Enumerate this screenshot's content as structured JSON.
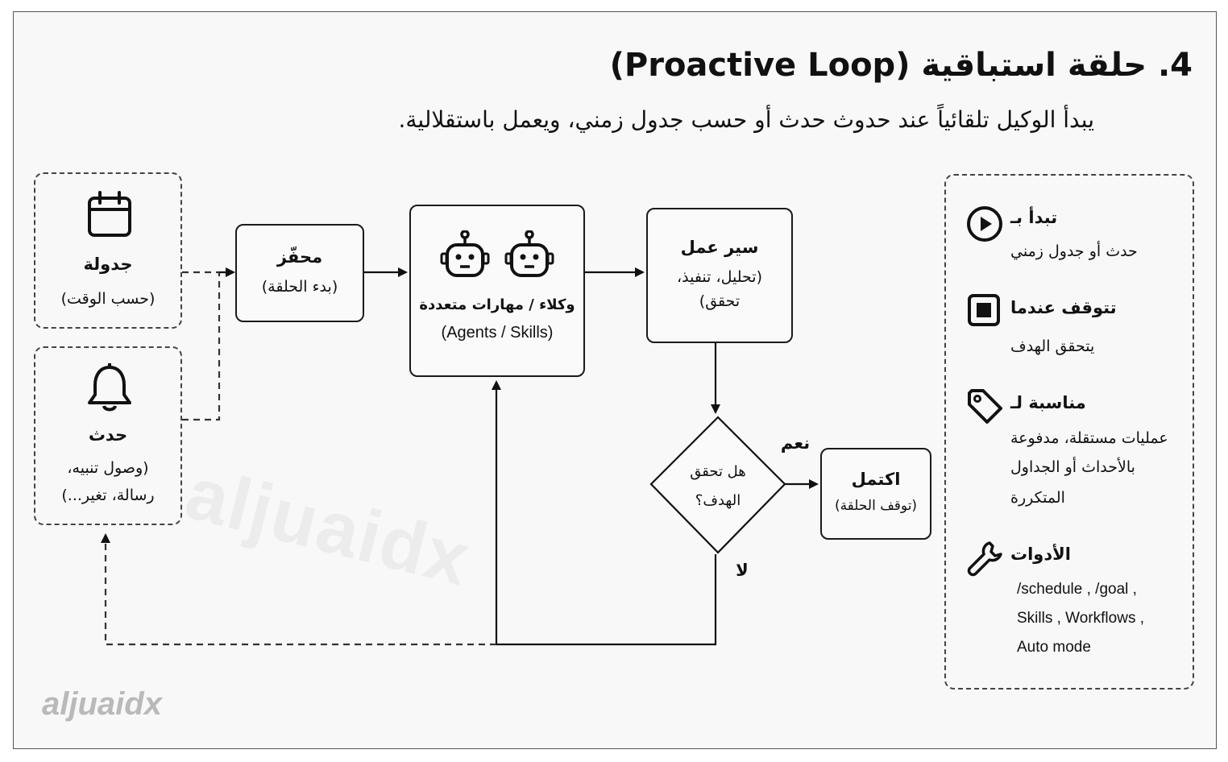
{
  "header": {
    "title": "4. حلقة استباقية (Proactive Loop)",
    "subtitle": "يبدأ الوكيل تلقائياً عند حدوث حدث أو حسب جدول زمني، ويعمل باستقلالية."
  },
  "triggers": {
    "schedule": {
      "title": "جدولة",
      "desc": "(حسب الوقت)",
      "icon": "calendar-icon"
    },
    "event": {
      "title": "حدث",
      "desc_line1": "(وصول تنبيه،",
      "desc_line2": "رسالة، تغير...)",
      "icon": "bell-icon"
    }
  },
  "flow": {
    "trigger": {
      "title": "محفّز",
      "desc": "(بدء الحلقة)"
    },
    "agents": {
      "title": "وكلاء / مهارات متعددة",
      "desc": "(Agents / Skills)",
      "icon": "robot-icon"
    },
    "workflow": {
      "title": "سير عمل",
      "desc_line1": "(تحليل، تنفيذ،",
      "desc_line2": "تحقق)"
    },
    "decision": {
      "line1": "هل تحقق",
      "line2": "الهدف؟",
      "yes": "نعم",
      "no": "لا"
    },
    "done": {
      "title": "اكتمل",
      "desc": "(توقف الحلقة)"
    }
  },
  "sidebar": {
    "items": [
      {
        "icon": "play-icon",
        "title": "تبدأ بـ",
        "lines": [
          "حدث أو جدول زمني"
        ]
      },
      {
        "icon": "stop-icon",
        "title": "تتوقف عندما",
        "lines": [
          "يتحقق الهدف"
        ]
      },
      {
        "icon": "tag-icon",
        "title": "مناسبة لـ",
        "lines": [
          "عمليات مستقلة، مدفوعة",
          "بالأحداث أو الجداول",
          "المتكررة"
        ]
      },
      {
        "icon": "wrench-icon",
        "title": "الأدوات",
        "lines_ltr": [
          "/schedule , /goal ,",
          "Skills , Workflows ,",
          "Auto mode"
        ]
      }
    ]
  },
  "watermark": {
    "text": "aljuaidx"
  }
}
